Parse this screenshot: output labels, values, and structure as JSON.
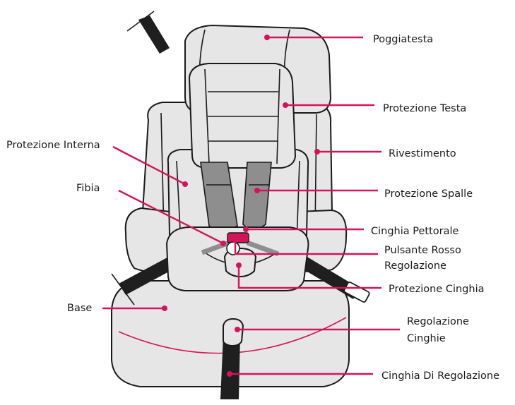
{
  "labels": {
    "poggiatesta": "Poggiatesta",
    "protezione_testa": "Protezione Testa",
    "rivestimento": "Rivestimento",
    "protezione_interna": "Protezione Interna",
    "protezione_spalle": "Protezione Spalle",
    "fibia": "Fibia",
    "cinghia_pettorale": "Cinghia Pettorale",
    "pulsante_rosso_1": "Pulsante Rosso",
    "pulsante_rosso_2": "Regolazione",
    "protezione_cinghia": "Protezione Cinghia",
    "base": "Base",
    "regolazione_cinghie_1": "Regolazione",
    "regolazione_cinghie_2": "Cinghie",
    "cinghia_di_regolazione": "Cinghia Di Regolazione"
  },
  "colors": {
    "leader": "#d4145a",
    "fabric": "#e6e6e6",
    "strap": "#1f1f1f",
    "shoulder_pad": "#8e8e8e",
    "outline": "#1a1a1a"
  }
}
